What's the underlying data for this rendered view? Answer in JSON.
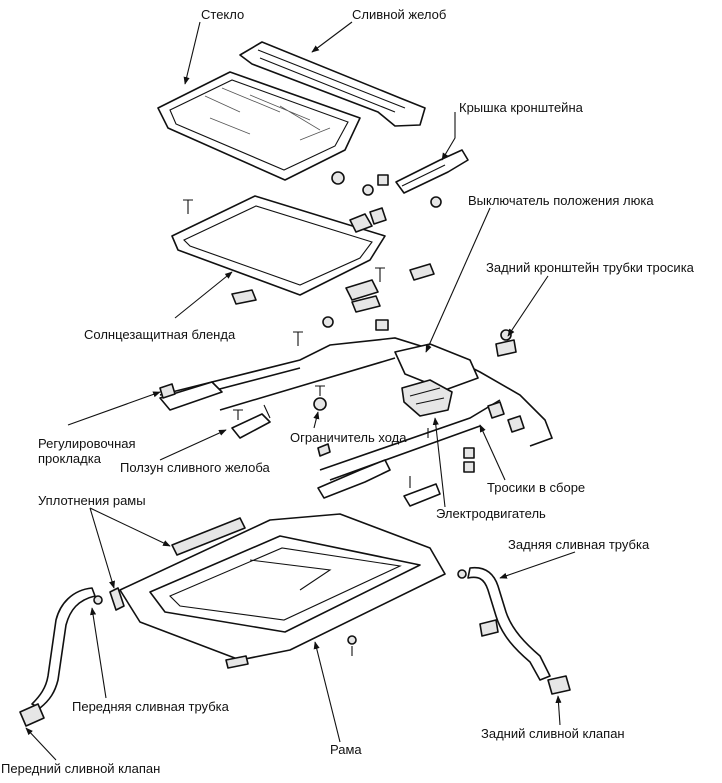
{
  "labels": {
    "glass": "Стекло",
    "drain_gutter": "Сливной желоб",
    "bracket_cover": "Крышка кронштейна",
    "position_switch": "Выключатель положения люка",
    "rear_cable_bracket": "Задний кронштейн трубки тросика",
    "sunshade": "Солнцезащитная бленда",
    "shim": "Регулировочная прокладка",
    "gutter_slider": "Ползун сливного желоба",
    "stopper": "Ограничитель хода",
    "cables": "Тросики в сборе",
    "motor": "Электродвигатель",
    "frame_seals": "Уплотнения рамы",
    "rear_drain_tube": "Задняя сливная трубка",
    "front_drain_tube": "Передняя сливная трубка",
    "rear_drain_valve": "Задний сливной клапан",
    "frame": "Рама",
    "front_drain_valve": "Передний сливной клапан"
  }
}
